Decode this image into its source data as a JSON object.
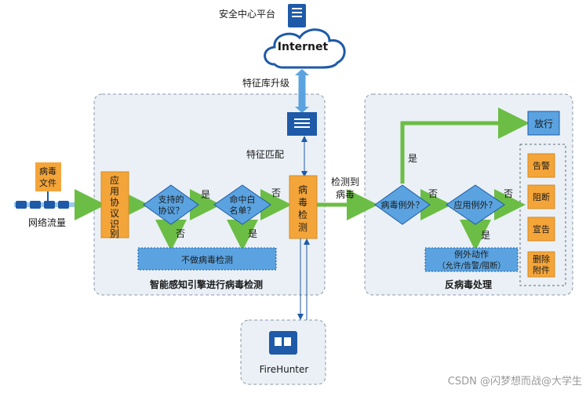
{
  "top": {
    "platform_label": "安全中心平台",
    "internet_label": "Internet",
    "upgrade_label": "特征库升级",
    "match_label": "特征匹配"
  },
  "left_panel": {
    "title": "智能感知引擎进行病毒检测",
    "file_label": [
      "病毒",
      "文件"
    ],
    "traffic_label": "网络流量",
    "app_proto_box": [
      "应",
      "用",
      "协",
      "议",
      "识",
      "别"
    ],
    "supported_decision": [
      "支持的",
      "协议？"
    ],
    "whitelist_decision": [
      "命中白",
      "名单？"
    ],
    "virus_detect_box": [
      "病",
      "毒",
      "检",
      "测"
    ],
    "no_detect_label": "不做病毒检测",
    "yes": "是",
    "no": "否"
  },
  "middle": {
    "detected_label": [
      "检测到",
      "病毒"
    ]
  },
  "right_panel": {
    "title": "反病毒处理",
    "exception_decision": "病毒例外？",
    "app_exception_decision": "应用例外？",
    "release_label": "放行",
    "exception_action": [
      "例外动作",
      "（允许/告警/阻断）"
    ],
    "actions": [
      "告警",
      "阻断",
      "宣告",
      "删除\n附件"
    ],
    "yes": "是",
    "no": "否"
  },
  "bottom": {
    "firehunter_label": "FireHunter"
  },
  "watermark": "CSDN @闪梦想而战@大学生",
  "colors": {
    "orange": "#f4a53a",
    "blue": "#3b86d8",
    "green": "#6cbd45",
    "panel": "#eaf0f5",
    "dark_blue": "#1e5aa8"
  }
}
